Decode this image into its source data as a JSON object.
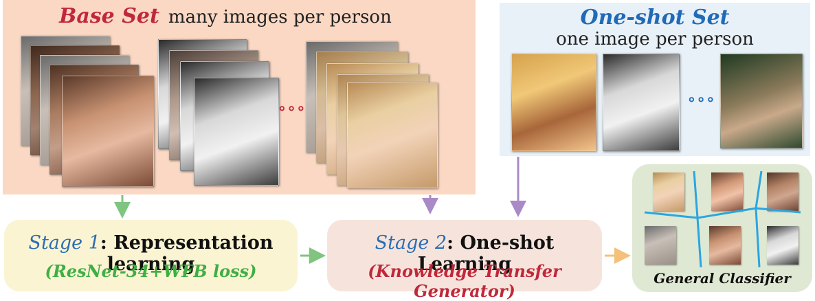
{
  "base_set": {
    "title": "Base Set",
    "subtitle": "many images per person",
    "dots": "∘∘∘",
    "color": "#c0283a"
  },
  "oneshot_set": {
    "title": "One-shot Set",
    "subtitle": "one image per person",
    "dots": "∘∘∘",
    "color": "#1f6bb8"
  },
  "stage1": {
    "name": "Stage 1",
    "title": ": Representation learning",
    "detail": "(ResNet-34+WFB loss)",
    "detail_color": "#3fae45",
    "bg": "#fbf4d2"
  },
  "stage2": {
    "name": "Stage 2",
    "title": ": One-shot Learning",
    "detail": "(Knowledge Transfer Generator)",
    "detail_color": "#c0283a",
    "bg": "#f6e4dc"
  },
  "classifier": {
    "label": "General Classifier",
    "bg": "#dfe8d3",
    "boundary_color": "#2aa6e0"
  },
  "arrows": {
    "green": "#7fc47f",
    "purple": "#a98ac6",
    "orange": "#f5c07a"
  }
}
